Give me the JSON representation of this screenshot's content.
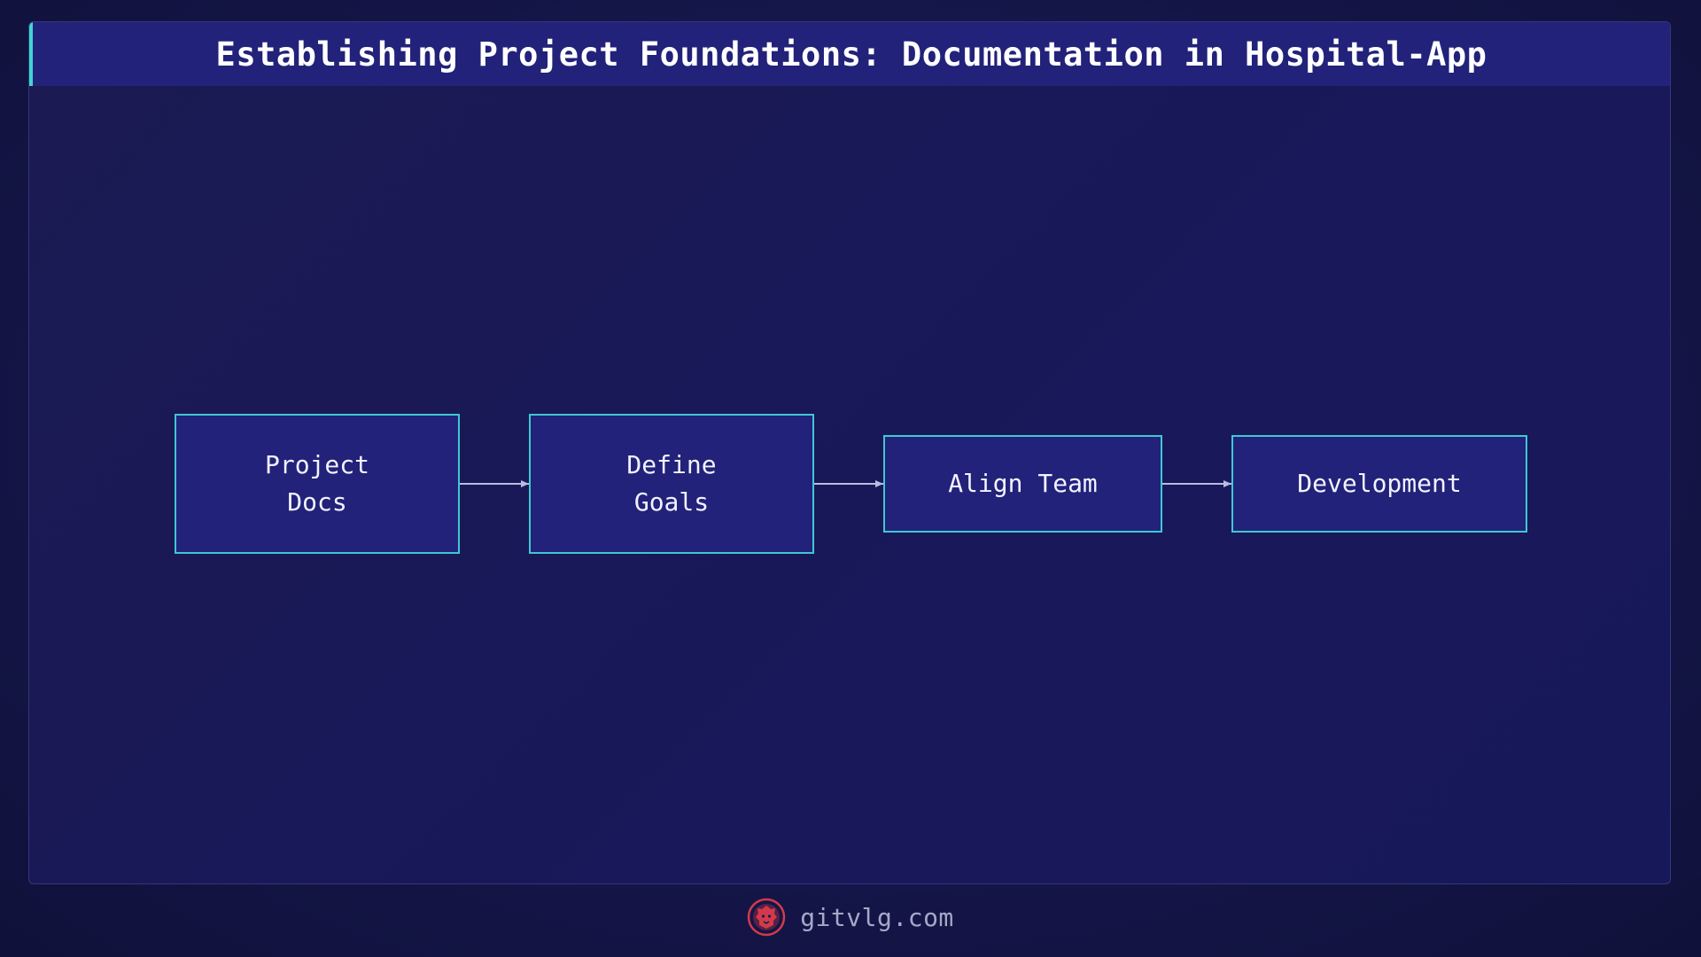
{
  "title": "Establishing Project Foundations: Documentation in Hospital-App",
  "diagram": {
    "nodes": [
      {
        "id": "project-docs",
        "label": "Project\nDocs"
      },
      {
        "id": "define-goals",
        "label": "Define\nGoals"
      },
      {
        "id": "align-team",
        "label": "Align Team"
      },
      {
        "id": "development",
        "label": "Development"
      }
    ],
    "edges": [
      {
        "from": "project-docs",
        "to": "define-goals"
      },
      {
        "from": "define-goals",
        "to": "align-team"
      },
      {
        "from": "align-team",
        "to": "development"
      }
    ]
  },
  "footer": {
    "site": "gitvlg.com",
    "logo_icon": "lion-icon"
  },
  "colors": {
    "background": "#15164a",
    "header": "#22227a",
    "accent": "#3fd6d0",
    "node_fill": "#22227a",
    "node_border": "#3fc8d0",
    "arrow": "#b9bce0",
    "logo": "#d23a4a"
  }
}
